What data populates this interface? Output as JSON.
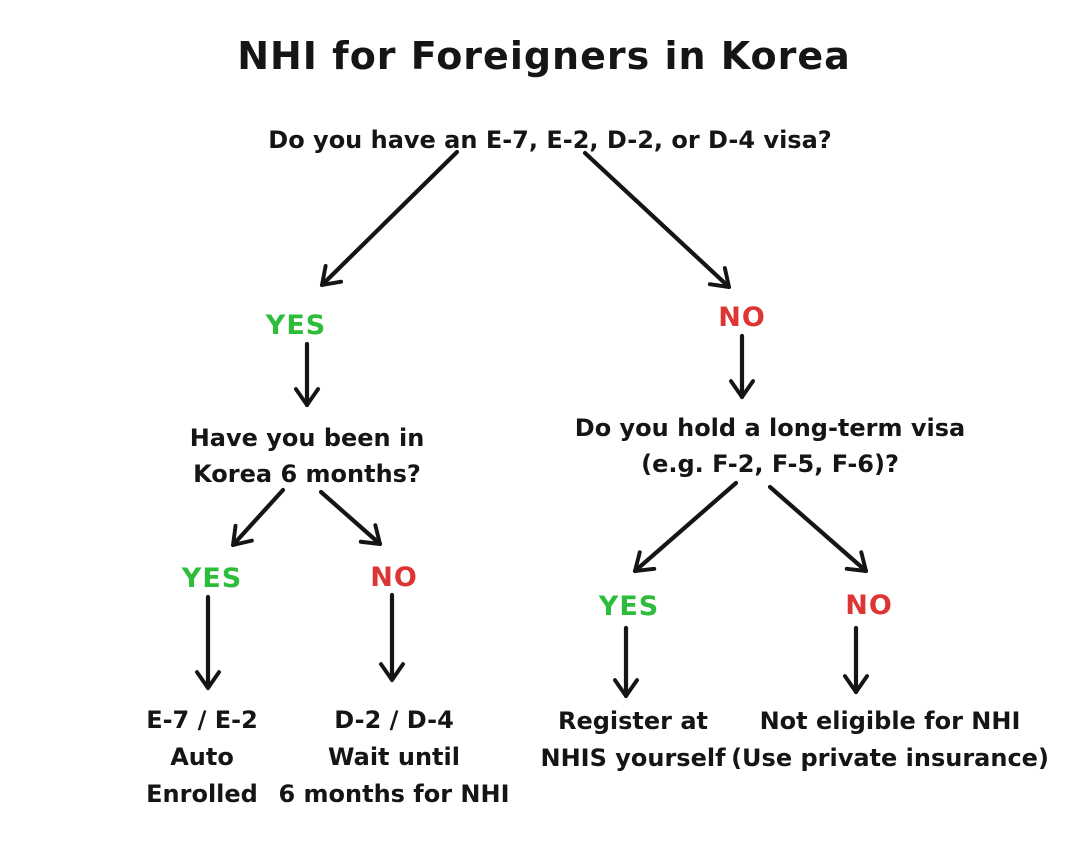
{
  "title": "NHI for Foreigners in Korea",
  "colors": {
    "yes_green": "#2dbd3a",
    "no_red": "#dd3434",
    "ink": "#151515",
    "background": "#ffffff"
  },
  "flow": {
    "root_question": "Do you have an E-7, E-2, D-2, or D-4 visa?",
    "visa_yes": {
      "label": "YES",
      "question": {
        "line1": "Have you been in",
        "line2": "Korea 6 months?"
      },
      "six_months_yes": {
        "label": "YES",
        "result_line1": "E-7 / E-2",
        "result_line2": "Auto",
        "result_line3": "Enrolled"
      },
      "six_months_no": {
        "label": "NO",
        "result_line1": "D-2 / D-4",
        "result_line2": "Wait until",
        "result_line3": "6 months for NHI"
      }
    },
    "visa_no": {
      "label": "NO",
      "question": {
        "line1": "Do you hold a long-term visa",
        "line2": "(e.g. F-2, F-5, F-6)?"
      },
      "longterm_yes": {
        "label": "YES",
        "result_line1": "Register at",
        "result_line2": "NHIS yourself"
      },
      "longterm_no": {
        "label": "NO",
        "result_line1": "Not eligible for NHI",
        "result_line2": "(Use private insurance)"
      }
    }
  }
}
